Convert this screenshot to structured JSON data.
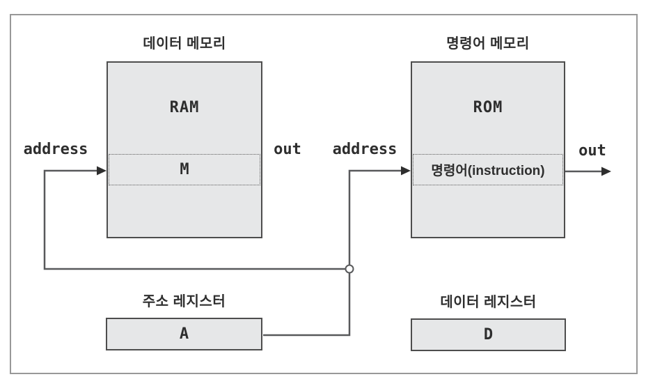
{
  "diagram": {
    "data_memory": {
      "title": "데이터 메모리",
      "chip_label": "RAM",
      "cell_label": "M",
      "address_label": "address",
      "out_label": "out"
    },
    "instruction_memory": {
      "title": "명령어 메모리",
      "chip_label": "ROM",
      "cell_label": "명령어(instruction)",
      "address_label": "address",
      "out_label": "out"
    },
    "address_register": {
      "title": "주소 레지스터",
      "value": "A"
    },
    "data_register": {
      "title": "데이터 레지스터",
      "value": "D"
    },
    "colors": {
      "box_fill": "#e6e7e8",
      "box_border": "#4d4d4d",
      "wire": "#58595b",
      "outer_border": "#989898",
      "text": "#2e2e2e"
    }
  }
}
